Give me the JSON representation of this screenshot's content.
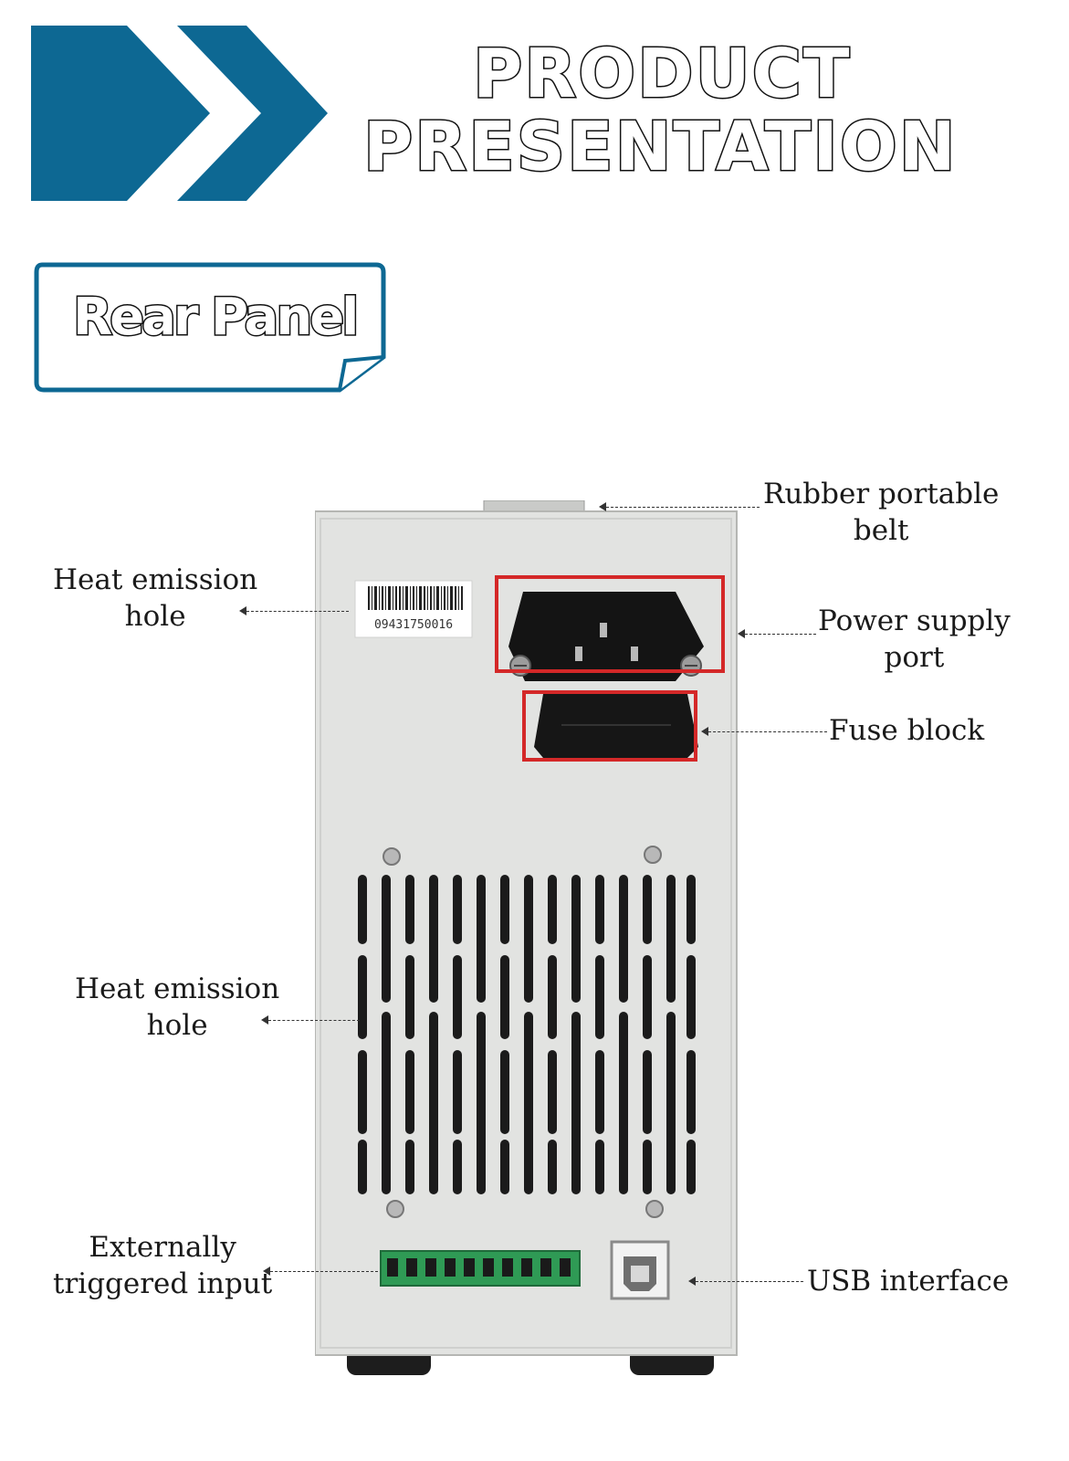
{
  "header": {
    "title_line1": "PRODUCT",
    "title_line2": "PRESENTATION",
    "accent_color": "#0d6893"
  },
  "section_tag": {
    "label": "Rear Panel"
  },
  "device": {
    "barcode_number": "09431750016",
    "panel_color": "#e2e3e1",
    "highlight_color": "#d42828"
  },
  "callouts": {
    "rubber_belt": {
      "line1": "Rubber portable",
      "line2": "belt"
    },
    "heat_hole_top": {
      "line1": "Heat emission",
      "line2": "hole"
    },
    "power_port": {
      "line1": "Power supply",
      "line2": "port"
    },
    "fuse_block": {
      "line1": "Fuse block"
    },
    "heat_hole_mid": {
      "line1": "Heat emission",
      "line2": "hole"
    },
    "external_trigger": {
      "line1": "Externally",
      "line2": "triggered input"
    },
    "usb": {
      "line1": "USB interface"
    }
  }
}
